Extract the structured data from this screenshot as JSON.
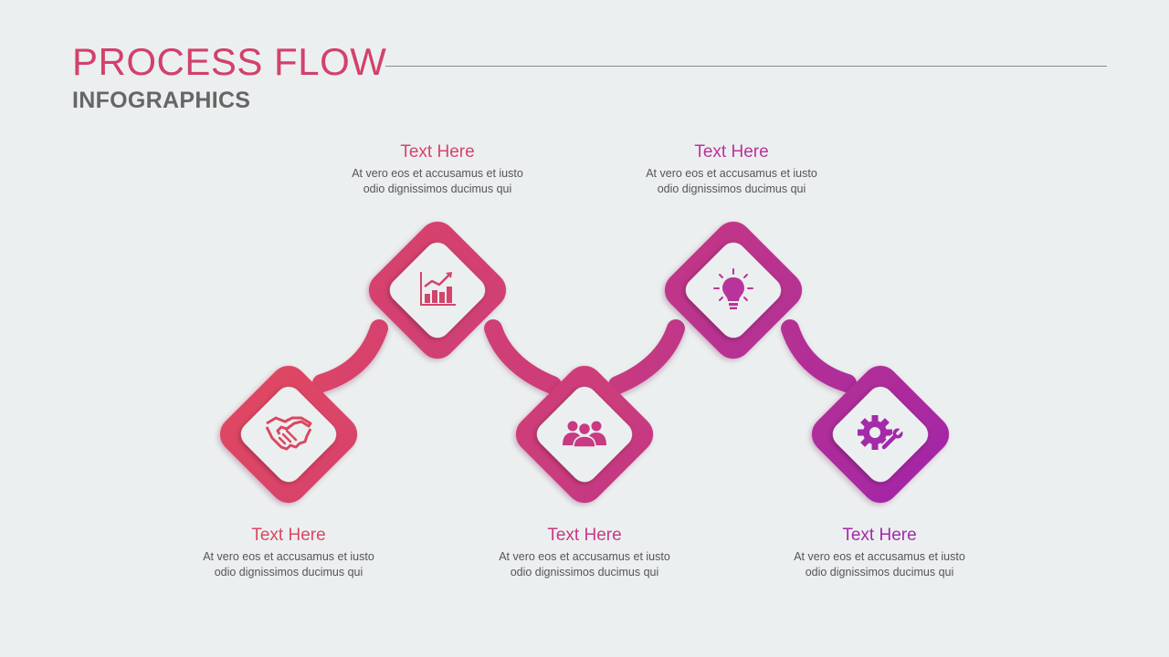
{
  "header": {
    "title": "PROCESS FLOW",
    "subtitle": "INFOGRAPHICS"
  },
  "colors": {
    "title": "#D2416B",
    "gradient_start": "#E04760",
    "gradient_end": "#A226A8",
    "background": "#ECEFF0"
  },
  "steps": [
    {
      "title": "Text Here",
      "body_line1": "At vero eos et accusamus et iusto",
      "body_line2": "odio dignissimos ducimus qui",
      "icon": "handshake-icon",
      "color": "#DC4760"
    },
    {
      "title": "Text Here",
      "body_line1": "At vero eos et accusamus et iusto",
      "body_line2": "odio dignissimos ducimus qui",
      "icon": "bar-chart-growth-icon",
      "color": "#D3456A"
    },
    {
      "title": "Text Here",
      "body_line1": "At vero eos et accusamus et iusto",
      "body_line2": "odio dignissimos ducimus qui",
      "icon": "team-users-icon",
      "color": "#C83A82"
    },
    {
      "title": "Text Here",
      "body_line1": "At vero eos et accusamus et iusto",
      "body_line2": "odio dignissimos ducimus qui",
      "icon": "lightbulb-icon",
      "color": "#B9349A"
    },
    {
      "title": "Text Here",
      "body_line1": "At vero eos et accusamus et iusto",
      "body_line2": "odio dignissimos ducimus qui",
      "icon": "gear-wrench-icon",
      "color": "#A32AA8"
    }
  ]
}
